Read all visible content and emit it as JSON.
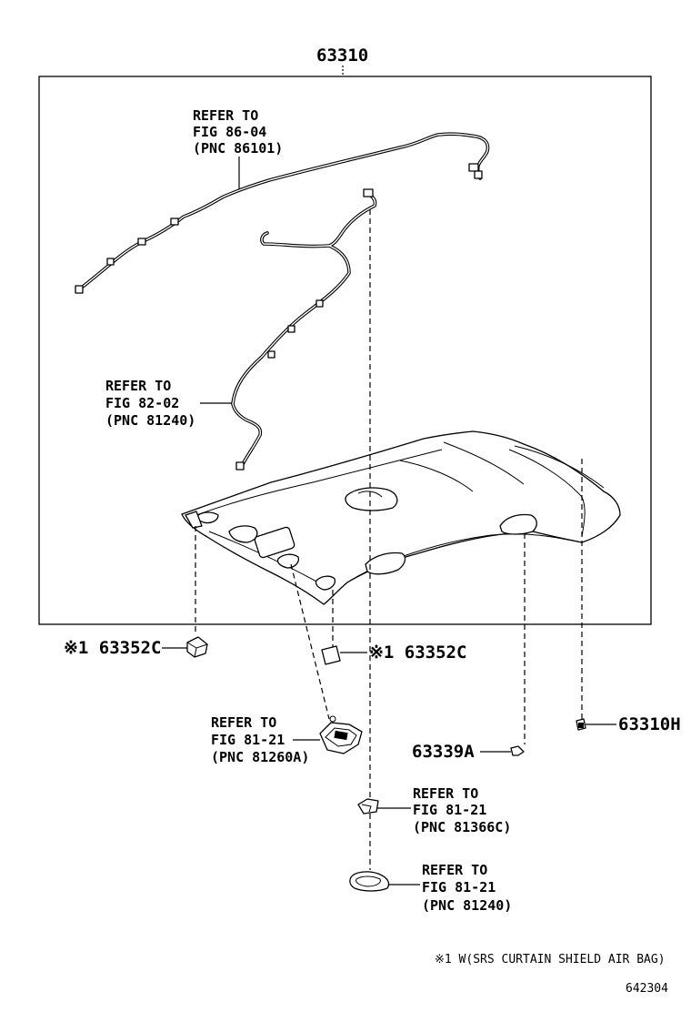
{
  "diagram": {
    "main_part_number": "63310",
    "callouts": [
      {
        "id": "ref_86_04",
        "lines": [
          "REFER TO",
          "FIG 86-04",
          "(PNC 86101)"
        ]
      },
      {
        "id": "ref_82_02",
        "lines": [
          "REFER TO",
          "FIG 82-02",
          "(PNC 81240)"
        ]
      },
      {
        "id": "ref_81_21_a",
        "lines": [
          "REFER TO",
          "FIG 81-21",
          "(PNC 81260A)"
        ]
      },
      {
        "id": "ref_81_21_b",
        "lines": [
          "REFER TO",
          "FIG 81-21",
          "(PNC 81366C)"
        ]
      },
      {
        "id": "ref_81_21_c",
        "lines": [
          "REFER TO",
          "FIG 81-21",
          "(PNC 81240)"
        ]
      }
    ],
    "part_labels": {
      "clip_left": "※1 63352C",
      "clip_center": "※1 63352C",
      "screw": "63310H",
      "fastener": "63339A"
    },
    "footnote": "※1 W(SRS CURTAIN SHIELD AIR BAG)",
    "figure_code": "642304"
  }
}
